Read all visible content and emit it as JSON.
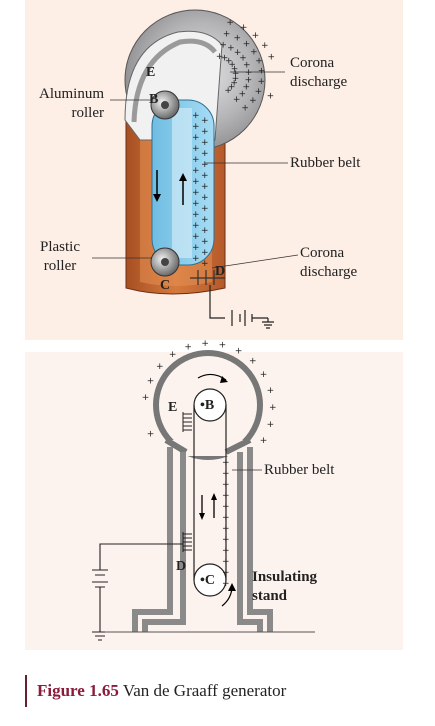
{
  "top_diagram": {
    "labels": {
      "aluminum": "Aluminum\nroller",
      "corona_top": "Corona\ndischarge",
      "belt": "Rubber belt",
      "plastic": "Plastic\nroller",
      "corona_bottom": "Corona\ndischarge",
      "b": "B",
      "c": "C",
      "d": "D",
      "e": "E"
    }
  },
  "bottom_diagram": {
    "labels": {
      "belt": "Rubber belt",
      "stand": "Insulating\nstand",
      "b": "•B",
      "c": "•C",
      "d": "D",
      "e": "E"
    }
  },
  "caption": {
    "figure": "Figure 1.65",
    "title": "Van de Graaff generator"
  },
  "colors": {
    "dome_grey": "#a9a9ab",
    "belt_blue": "#8fd0ee",
    "column_orange": "#c66a33",
    "caption_accent": "#8a1c3b"
  }
}
